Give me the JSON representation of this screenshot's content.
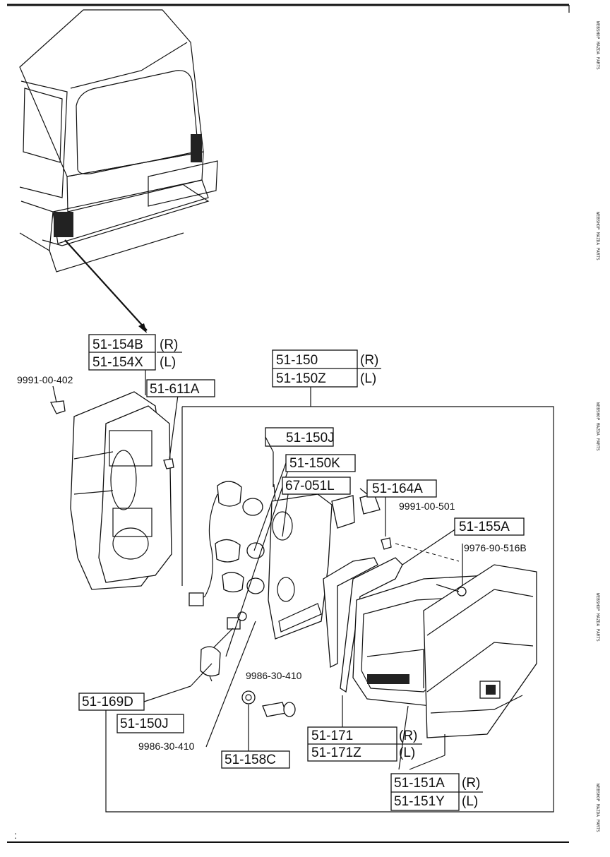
{
  "callouts": {
    "rear_combo_lamp": {
      "part_r": "51-154B",
      "side_r": "(R)",
      "part_l": "51-154X",
      "side_l": "(L)"
    },
    "socket_clip": {
      "part": "9991-00-402"
    },
    "screw_611": {
      "part": "51-611A"
    },
    "lamp_assembly": {
      "part_r": "51-150",
      "side_r": "(R)",
      "part_l": "51-150Z",
      "side_l": "(L)"
    },
    "bulb_j_upper": {
      "part": "51-150J"
    },
    "bulb_k": {
      "part": "51-150K"
    },
    "bulb_67": {
      "part": "67-051L"
    },
    "packing_164": {
      "part": "51-164A"
    },
    "clip_501": {
      "part": "9991-00-501"
    },
    "bracket_155": {
      "part": "51-155A"
    },
    "screw_516": {
      "part": "9976-90-516B"
    },
    "harness_169": {
      "part": "51-169D"
    },
    "bulb_j_lower": {
      "part": "51-150J"
    },
    "screw_410_upper": {
      "part": "9986-30-410"
    },
    "screw_410_lower": {
      "part": "9986-30-410"
    },
    "nut_158": {
      "part": "51-158C"
    },
    "gasket_171": {
      "part_r": "51-171",
      "side_r": "(R)",
      "part_l": "51-171Z",
      "side_l": "(L)"
    },
    "lens_151": {
      "part_r": "51-151A",
      "side_r": "(R)",
      "part_l": "51-151Y",
      "side_l": "(L)"
    }
  },
  "colors": {
    "ink": "#111111",
    "paper": "#ffffff",
    "shade": "#222222"
  },
  "side_strip_text": "WEBSHOP MAZDA PARTS"
}
